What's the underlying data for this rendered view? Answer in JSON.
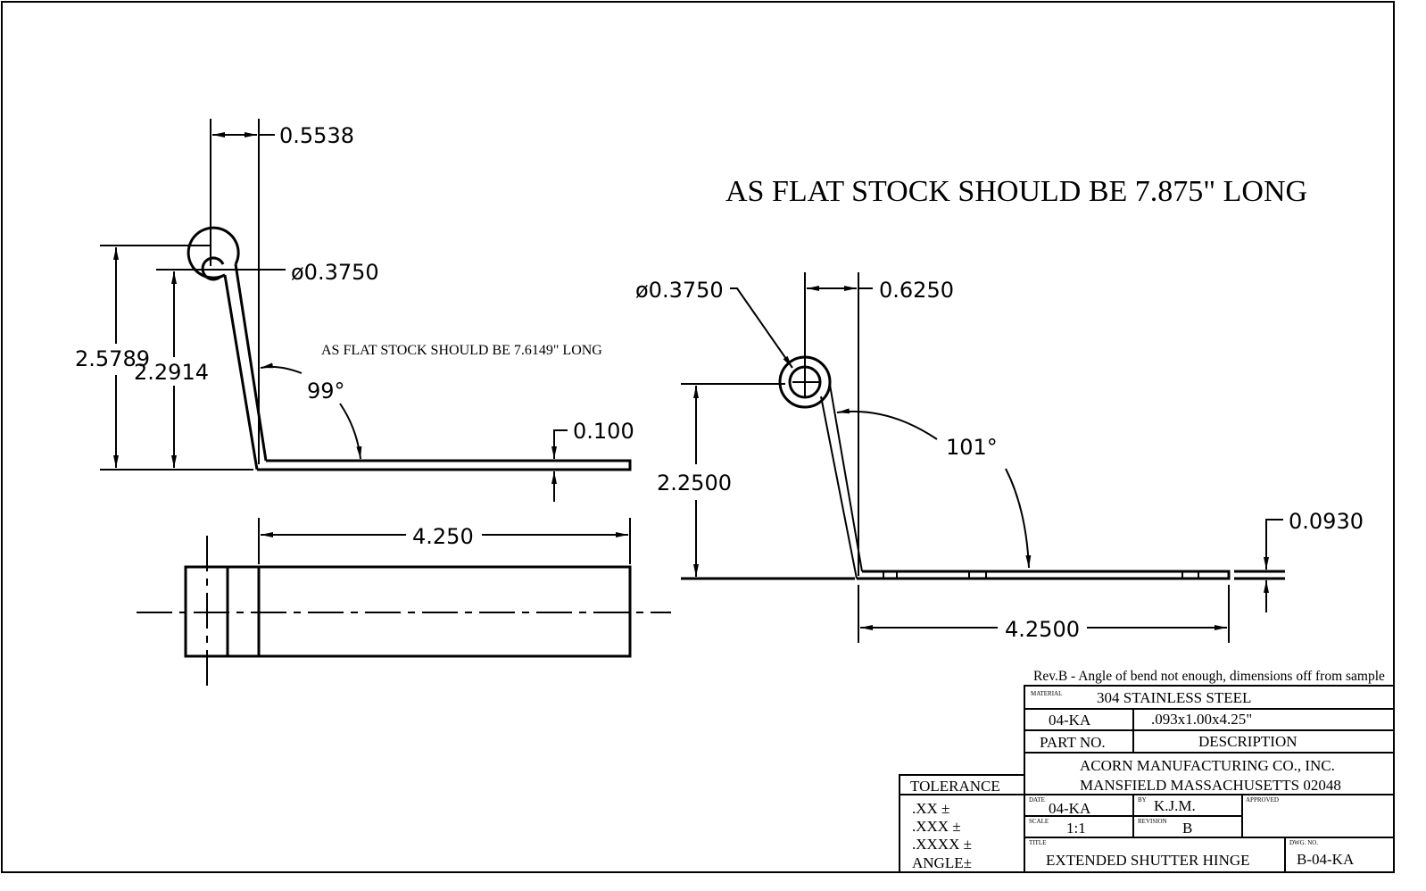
{
  "notes": {
    "main_note": "AS FLAT STOCK SHOULD BE 7.875\" LONG",
    "left_note": "AS FLAT STOCK SHOULD BE 7.6149\" LONG",
    "revision_note": "Rev.B - Angle of bend not enough, dimensions off from sample"
  },
  "left_view": {
    "offset": "0.5538",
    "eye_diameter": "ø0.3750",
    "overall_height": "2.5789",
    "center_height": "2.2914",
    "angle": "99°",
    "thickness": "0.100",
    "length": "4.250"
  },
  "right_view": {
    "eye_diameter": "ø0.3750",
    "offset": "0.6250",
    "center_height": "2.2500",
    "angle": "101°",
    "thickness": "0.0930",
    "length": "4.2500"
  },
  "title_block": {
    "material_label": "MATERIAL",
    "material": "304 STAINLESS STEEL",
    "part_no": "04-KA",
    "description": ".093x1.00x4.25\"",
    "part_no_label": "PART NO.",
    "description_label": "DESCRIPTION",
    "company_line1": "ACORN MANUFACTURING CO., INC.",
    "company_line2": "MANSFIELD MASSACHUSETTS 02048",
    "tolerance_label": "TOLERANCE",
    "tolerances": [
      ".XX  ±",
      ".XXX  ±",
      ".XXXX ±",
      "ANGLE±"
    ],
    "date_label": "DATE",
    "date": "04-KA",
    "by_label": "BY",
    "by": "K.J.M.",
    "approved_label": "APPROVED",
    "scale_label": "SCALE",
    "scale": "1:1",
    "revision_label": "REVISION",
    "revision": "B",
    "title_label": "TITLE",
    "title": "EXTENDED SHUTTER HINGE",
    "dwg_no_label": "DWG. NO.",
    "dwg_no": "B-04-KA"
  }
}
